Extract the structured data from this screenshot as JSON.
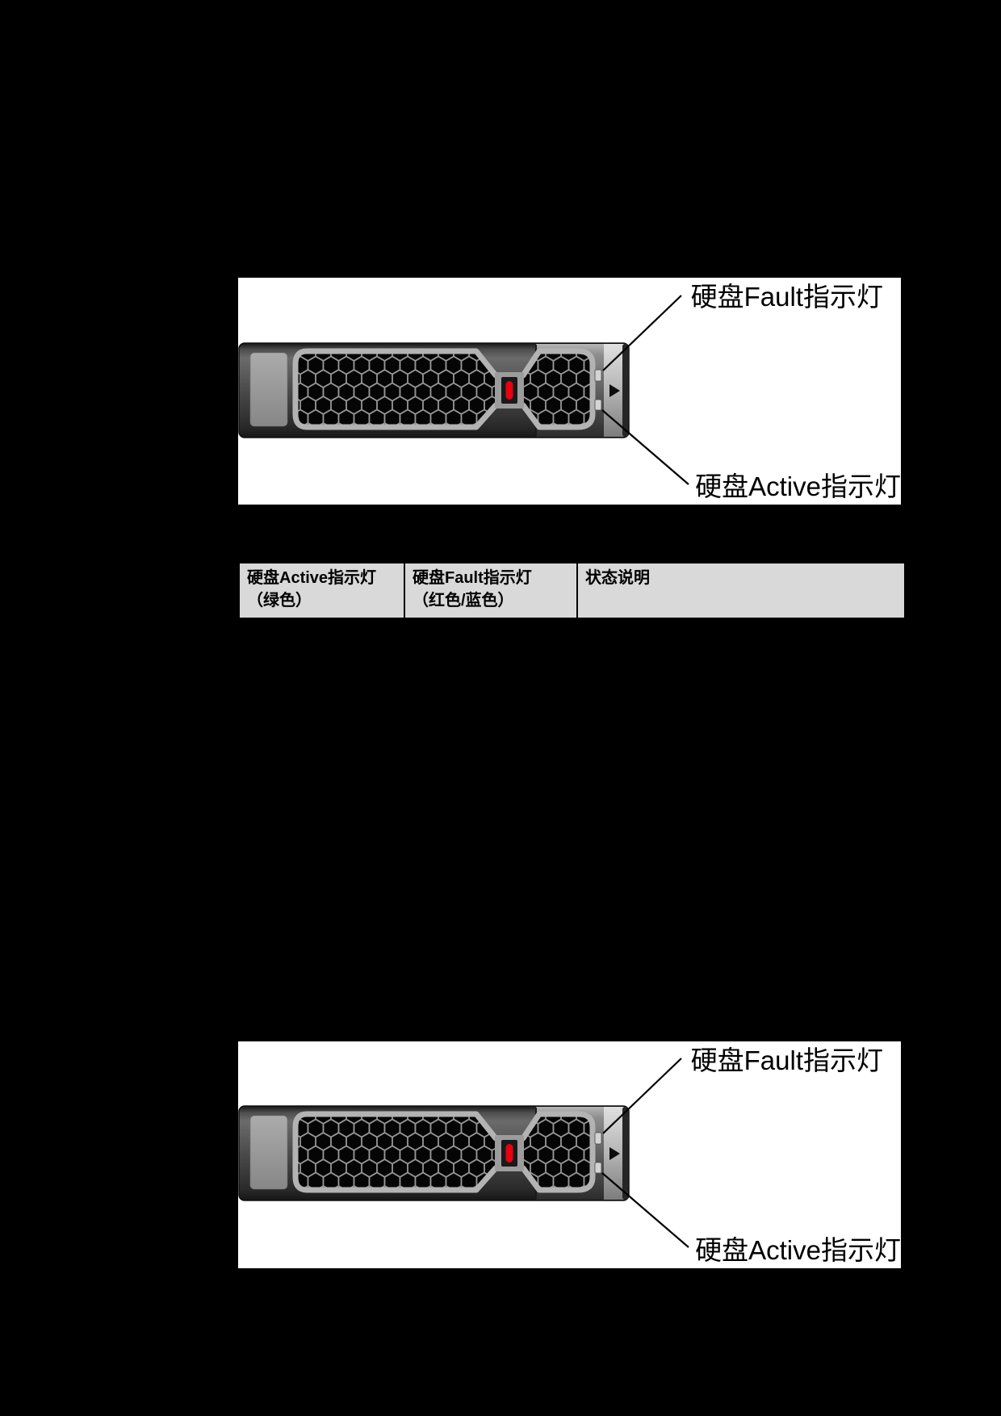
{
  "figure1": {
    "fault_label": "硬盘Fault指示灯",
    "active_label": "硬盘Active指示灯"
  },
  "figure2": {
    "fault_label": "硬盘Fault指示灯",
    "active_label": "硬盘Active指示灯"
  },
  "table": {
    "headers": [
      {
        "line1": "硬盘Active指示灯",
        "line2": "（绿色）"
      },
      {
        "line1": "硬盘Fault指示灯",
        "line2": "（红色/蓝色）"
      },
      {
        "line1": "状态说明",
        "line2": ""
      }
    ]
  },
  "colors": {
    "page_bg": "#000000",
    "figure_bg": "#ffffff",
    "table_header_bg": "#d9d9d9",
    "fault_led_red": "#e8000f",
    "tray_frame_silver": "#b3b3b3",
    "callout_line": "#000000"
  }
}
